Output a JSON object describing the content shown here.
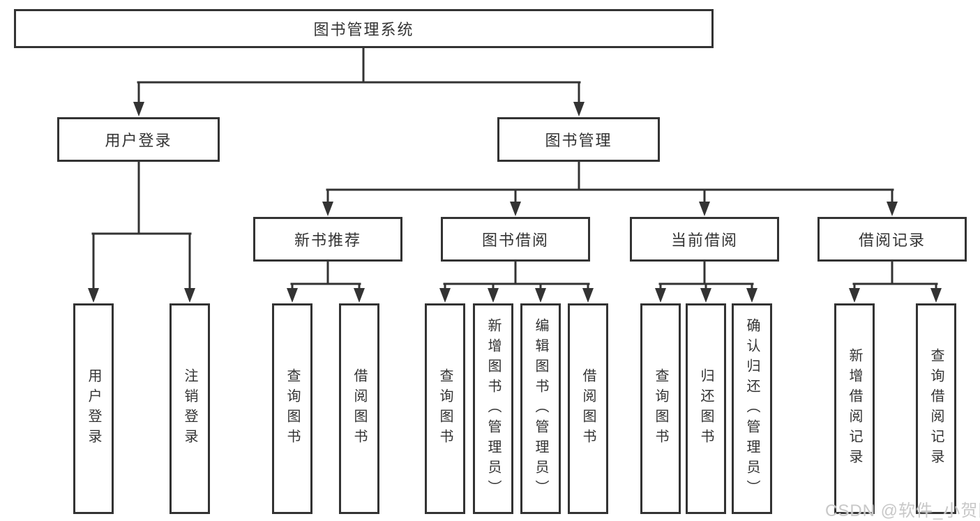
{
  "page": {
    "background": "#ffffff",
    "line_color": "#333333",
    "watermark": "CSDN @软件_小贺同学",
    "watermark_color": "#c8c8c8"
  },
  "diagram": {
    "root": "图书管理系统",
    "branches": [
      {
        "label": "用户登录",
        "children": [
          "用户登录",
          "注销登录"
        ]
      },
      {
        "label": "图书管理",
        "groups": [
          {
            "label": "新书推荐",
            "children": [
              "查询图书",
              "借阅图书"
            ]
          },
          {
            "label": "图书借阅",
            "children": [
              "查询图书",
              "新增图书（管理员）",
              "编辑图书（管理员）",
              "借阅图书"
            ]
          },
          {
            "label": "当前借阅",
            "children": [
              "查询图书",
              "归还图书",
              "确认归还（管理员）"
            ]
          },
          {
            "label": "借阅记录",
            "children": [
              "新增借阅记录",
              "查询借阅记录"
            ]
          }
        ]
      }
    ]
  }
}
